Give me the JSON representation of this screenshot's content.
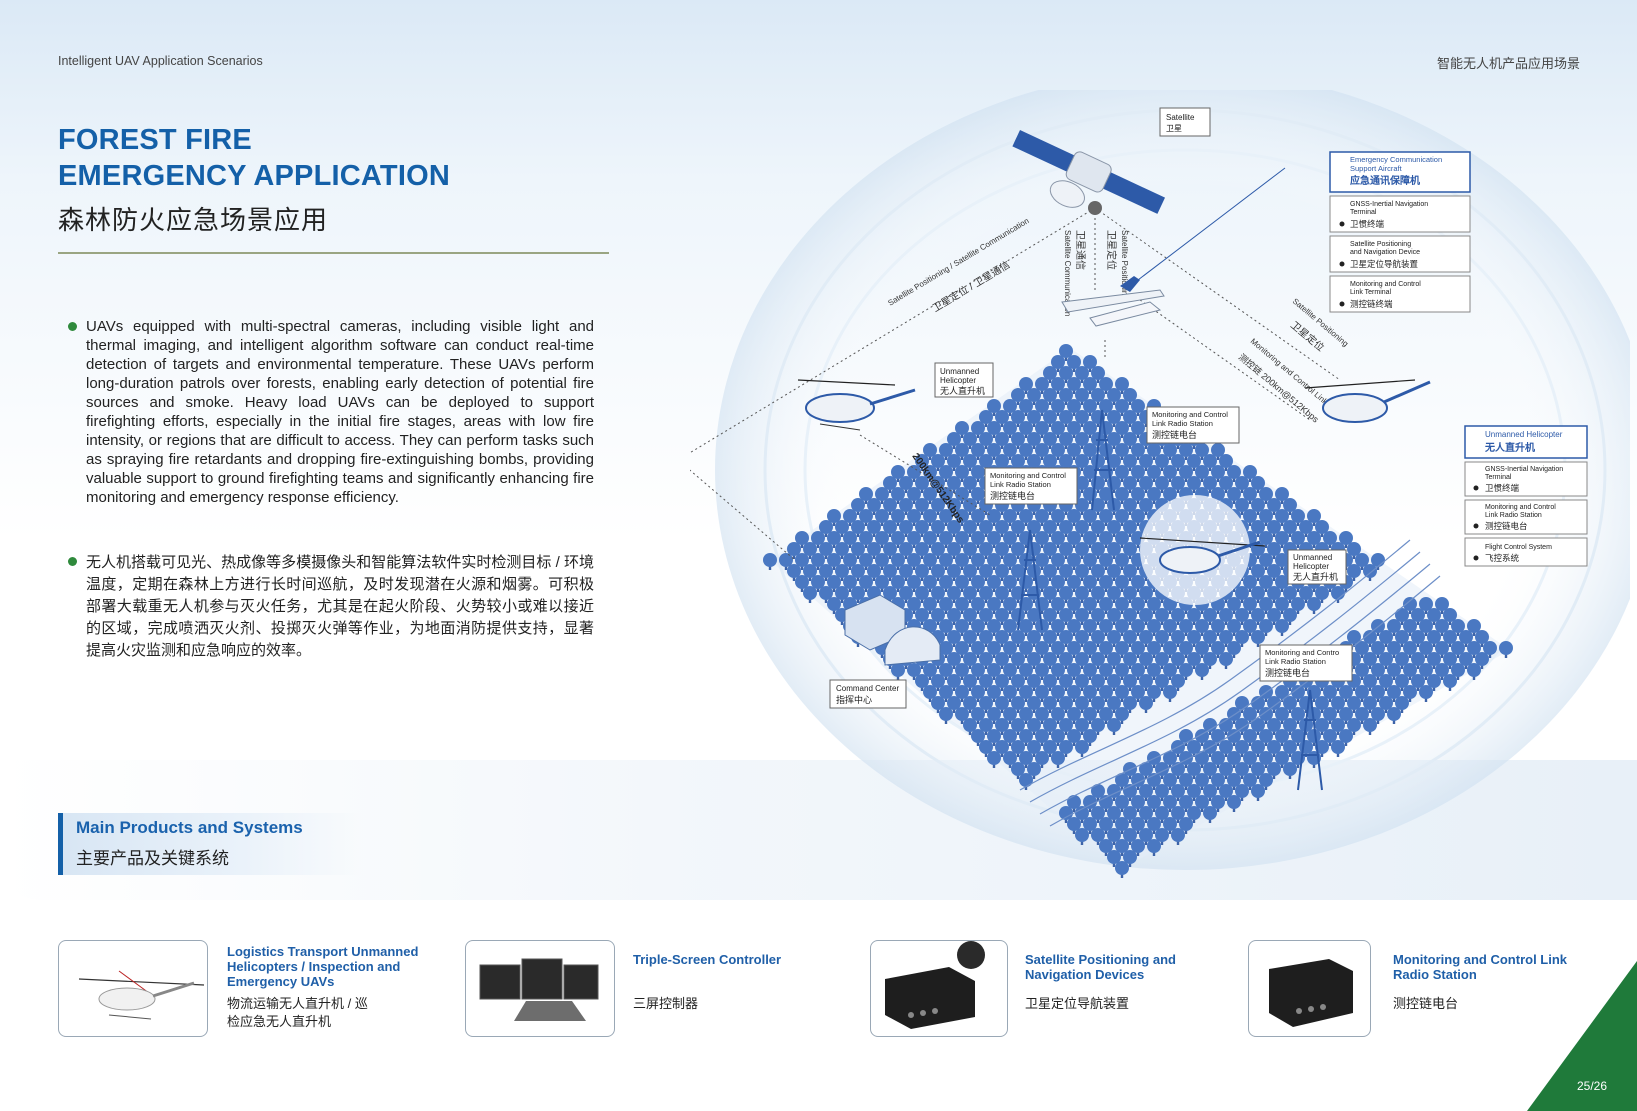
{
  "header": {
    "left": "Intelligent UAV Application Scenarios",
    "right": "智能无人机产品应用场景"
  },
  "title": {
    "line1": "FOREST FIRE",
    "line2": "EMERGENCY APPLICATION",
    "cn": "森林防火应急场景应用"
  },
  "paragraphs": {
    "en": "UAVs equipped with multi-spectral cameras, including visible light and thermal imaging, and intelligent algorithm software can conduct real-time detection of targets and environmental temperature. These UAVs perform long-duration patrols over forests, enabling early detection of potential fire sources and smoke.  Heavy load UAVs can be deployed to support firefighting efforts, especially in the initial fire stages, areas with low fire intensity, or regions that are difficult to access. They can perform tasks such as spraying fire retardants and dropping fire-extinguishing bombs, providing valuable support to ground firefighting teams and significantly enhancing fire monitoring and emergency response efficiency.",
    "cn": "无人机搭载可见光、热成像等多模摄像头和智能算法软件实时检测目标 / 环境温度，定期在森林上方进行长时间巡航，及时发现潜在火源和烟雾。可积极部署大载重无人机参与灭火任务，尤其是在起火阶段、火势较小或难以接近的区域，完成喷洒灭火剂、投掷灭火弹等作业，为地面消防提供支持，显著提高火灾监测和应急响应的效率。"
  },
  "main_products": {
    "en": "Main  Products and Systems",
    "cn": "主要产品及关键系统"
  },
  "products": [
    {
      "en": "Logistics Transport Unmanned Helicopters / Inspection and Emergency UAVs",
      "cn": "物流运输无人直升机 / 巡检应急无人直升机"
    },
    {
      "en": "Triple-Screen Controller",
      "cn": "三屏控制器"
    },
    {
      "en": "Satellite Positioning and Navigation Devices",
      "cn": "卫星定位导航装置"
    },
    {
      "en": "Monitoring and Control Link Radio Station",
      "cn": "测控链电台"
    }
  ],
  "diagram": {
    "satellite": {
      "en": "Satellite",
      "cn": "卫星"
    },
    "link_sat_left": {
      "en": "Satellite Positioning / Satellite Communication",
      "cn": "卫星定位 / 卫星通信"
    },
    "link_sat_comm": {
      "en": "Satellite Communication",
      "cn": "卫星通信"
    },
    "link_sat_pos": {
      "en": "Satellite Positioning",
      "cn": "卫星定位"
    },
    "link_sat_right": {
      "en": "Satellite Positioning",
      "cn": "卫星定位"
    },
    "link_mc": {
      "en": "Monitoring and Control Link",
      "cn": "测控链 200km@512Kbps"
    },
    "link_left": "200km@512Kbps",
    "aircraft_panel": {
      "title_en": "Emergency Communication Support Aircraft",
      "title_cn": "应急通讯保障机",
      "items": [
        {
          "en": "GNSS-Inertial Navigation Terminal",
          "cn": "卫惯终端"
        },
        {
          "en": "Satellite Positioning and Navigation Device",
          "cn": "卫星定位导航装置"
        },
        {
          "en": "Monitoring and Control Link Terminal",
          "cn": "测控链终端"
        }
      ]
    },
    "heli_panel": {
      "title_en": "Unmanned Helicopter",
      "title_cn": "无人直升机",
      "items": [
        {
          "en": "GNSS-Inertial Navigation Terminal",
          "cn": "卫惯终端"
        },
        {
          "en": "Monitoring and Control Link Radio Station",
          "cn": "测控链电台"
        },
        {
          "en": "Flight Control System",
          "cn": "飞控系统"
        }
      ]
    },
    "heli_left": {
      "en": "Unmanned Helicopter",
      "cn": "无人直升机"
    },
    "heli_center": {
      "en": "Unmanned Helicopter",
      "cn": "无人直升机"
    },
    "station1": {
      "en": "Monitoring and Control Link Radio Station",
      "cn": "测控链电台"
    },
    "station2": {
      "en": "Monitoring and Control Link Radio Station",
      "cn": "测控链电台"
    },
    "station3": {
      "en": "Monitoring and Contro Link Radio Station",
      "cn": "测控链电台"
    },
    "command": {
      "en": "Command Center",
      "cn": "指挥中心"
    }
  },
  "page": "25/26",
  "colors": {
    "brand_blue": "#1460a8",
    "green": "#1f7a3a",
    "tree_blue": "#4a78c2"
  }
}
